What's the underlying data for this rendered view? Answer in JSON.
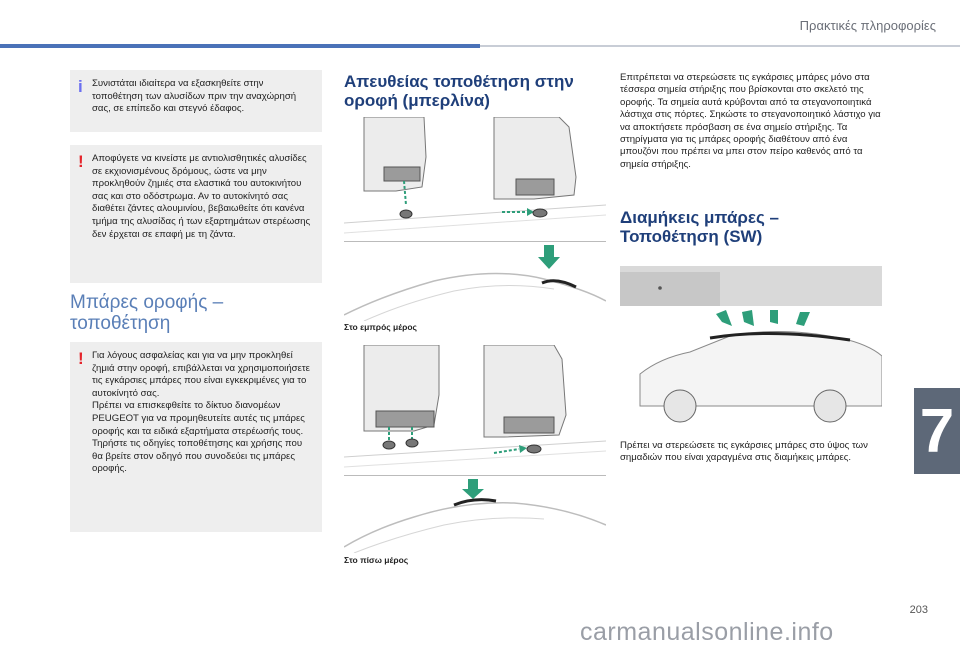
{
  "header": {
    "title": "Πρακτικές πληροφορίες"
  },
  "chapter_tab": "7",
  "page_number": "203",
  "watermark": "carmanualsonline.info",
  "left_column": {
    "info_note": "Συνιστάται ιδιαίτερα να εξασκηθείτε στην τοποθέτηση των αλυσίδων πριν την αναχώρησή σας, σε επίπεδο και στεγνό έδαφος.",
    "warning_note": "Αποφύγετε να κινείστε με αντιολισθητικές αλυσίδες σε εκχιονισμένους δρόμους, ώστε να μην προκληθούν ζημιές στα ελαστικά του αυτοκινήτου σας και στο οδόστρωμα. Αν το αυτοκίνητό σας διαθέτει ζάντες αλουμινίου, βεβαιωθείτε ότι κανένα τμήμα της αλυσίδας ή των εξαρτημάτων στερέωσης δεν έρχεται σε επαφή με τη ζάντα.",
    "section_title": "Μπάρες οροφής – τοποθέτηση",
    "safety_note_lines": [
      "Για λόγους ασφαλείας και για να μην προκληθεί ζημιά στην οροφή, επιβάλλεται να χρησιμοποιήσετε τις εγκάρσιες μπάρες που είναι εγκεκριμένες για το αυτοκίνητό σας.",
      "Πρέπει να επισκεφθείτε το δίκτυο διανομέων PEUGEOT για να προμηθευτείτε αυτές τις μπάρες οροφής και τα ειδικά εξαρτήματα στερέωσής τους.",
      "Τηρήστε τις οδηγίες τοποθέτησης και χρήσης που θα βρείτε στον οδηγό που συνοδεύει τις μπάρες οροφής."
    ]
  },
  "middle_column": {
    "section_title": "Απευθείας τοποθέτηση στην οροφή (μπερλίνα)",
    "caption_front": "Στο εμπρός μέρος",
    "caption_rear": "Στο πίσω μέρος"
  },
  "right_column": {
    "intro_text": "Επιτρέπεται να στερεώσετε τις εγκάρσιες μπάρες μόνο στα τέσσερα σημεία στήριξης που βρίσκονται στο σκελετό της οροφής. Τα σημεία αυτά κρύβονται από τα στεγανοποιητικά λάστιχα στις πόρτες. Σηκώστε το στεγανοποιητικό λάστιχο για να αποκτήσετε πρόσβαση σε ένα σημείο στήριξης. Τα στηρίγματα για τις μπάρες οροφής διαθέτουν από ένα μπουζόνι που πρέπει να μπει στον πείρο καθενός από τα σημεία στήριξης.",
    "section_title": "Διαμήκεις μπάρες – Τοποθέτηση (SW)",
    "bottom_text": "Πρέπει να στερεώσετε τις εγκάρσιες μπάρες στο ύψος των σημαδιών που είναι χαραγμένα στις διαμήκεις μπάρες."
  },
  "colors": {
    "accent_blue": "#4a72b8",
    "arrow_green": "#2e9e7a",
    "warning_red": "#e5242b",
    "info_violet": "#6b6ff0",
    "chapter_gray": "#5d6878"
  }
}
